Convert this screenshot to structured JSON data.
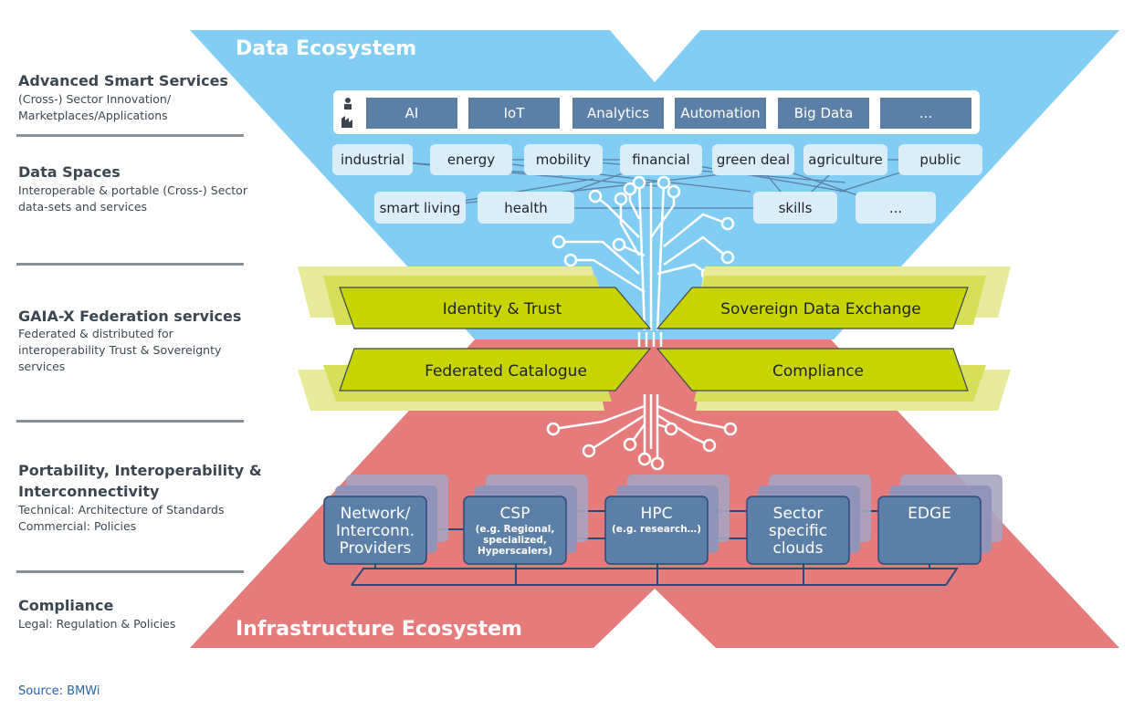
{
  "layers": [
    {
      "title": "Advanced Smart Services",
      "desc": [
        "(Cross-) Sector Innovation/",
        "Marketplaces/Applications"
      ]
    },
    {
      "title": "Data Spaces",
      "desc": [
        "Interoperable & portable (Cross-) Sector",
        "data-sets and services"
      ]
    },
    {
      "title": "GAIA-X Federation services",
      "desc": [
        "Federated & distributed for",
        "interoperability Trust & Sovereignty",
        "services"
      ]
    },
    {
      "title": "Portability, Interoperability &",
      "title2": "Interconnectivity",
      "desc": [
        "Technical: Architecture of Standards",
        "Commercial: Policies"
      ]
    },
    {
      "title": "Compliance",
      "desc": [
        "Legal: Regulation & Policies"
      ]
    }
  ],
  "source": "Source: BMWi",
  "data_ecosystem": "Data Ecosystem",
  "infrastructure_ecosystem": "Infrastructure Ecosystem",
  "smart_services": [
    "AI",
    "IoT",
    "Analytics",
    "Automation",
    "Big Data",
    "..."
  ],
  "sectors_row1": [
    "industrial",
    "energy",
    "mobility",
    "financial",
    "green deal",
    "agriculture",
    "public"
  ],
  "sectors_row2": [
    "smart living",
    "health",
    "skills",
    "..."
  ],
  "federation_services": [
    "Identity & Trust",
    "Sovereign Data Exchange",
    "Federated Catalogue",
    "Compliance"
  ],
  "infrastructure": [
    {
      "name": [
        "Network/",
        "Interconn.",
        "Providers"
      ],
      "sub": []
    },
    {
      "name": [
        "CSP"
      ],
      "sub": [
        "(e.g. Regional,",
        "specialized,",
        "Hyperscalers)"
      ]
    },
    {
      "name": [
        "HPC"
      ],
      "sub": [
        "(e.g. research…)"
      ]
    },
    {
      "name": [
        "Sector",
        "specific",
        "clouds"
      ],
      "sub": []
    },
    {
      "name": [
        "EDGE"
      ],
      "sub": []
    }
  ],
  "colors": {
    "data_blue": "#82cdf3",
    "infra_red": "#e67b7b",
    "gaia_green": "#c8d400",
    "box_blue": "#5b7fa6",
    "text_dark": "#3c4650"
  }
}
